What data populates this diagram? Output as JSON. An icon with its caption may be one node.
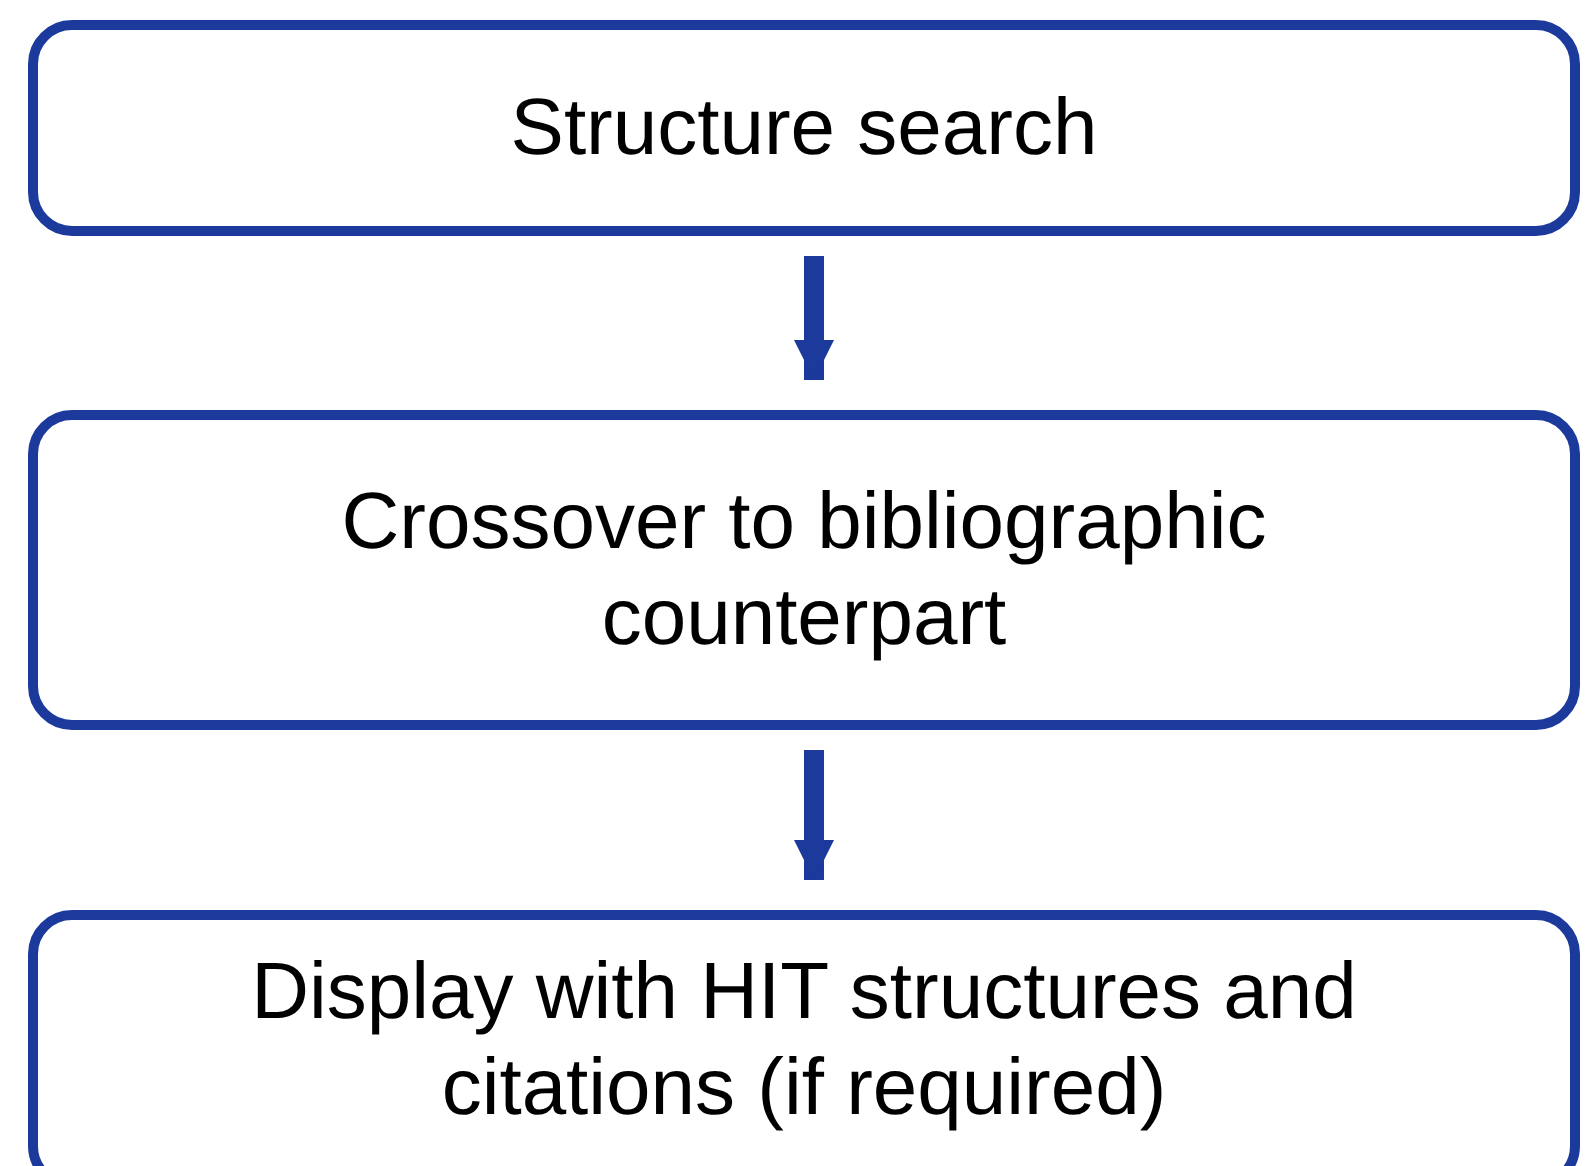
{
  "diagram": {
    "nodes": [
      {
        "text": [
          "Structure search"
        ]
      },
      {
        "text": [
          "Crossover to bibliographic counterpart"
        ]
      },
      {
        "text": [
          "Display with HIT structures and citations (if required)"
        ]
      }
    ],
    "edges": [
      {
        "from": 0,
        "to": 1,
        "arrow": "to"
      },
      {
        "from": 1,
        "to": 2,
        "arrow": "to"
      }
    ]
  }
}
